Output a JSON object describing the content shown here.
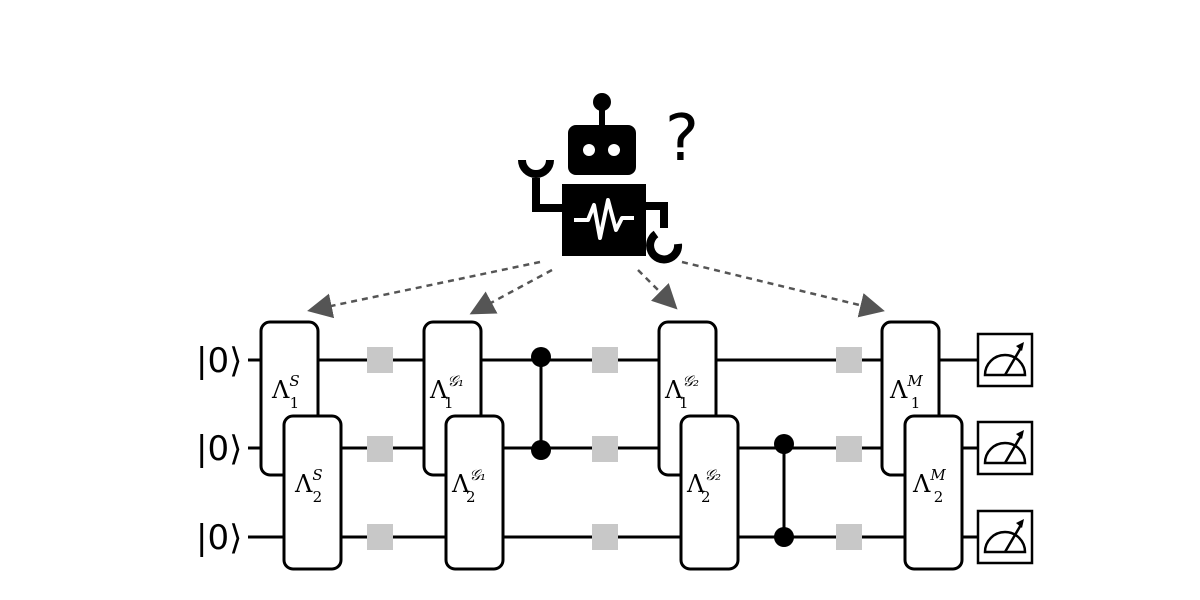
{
  "input_states": [
    "|0⟩",
    "|0⟩",
    "|0⟩"
  ],
  "robot": {
    "question_mark": "?"
  },
  "gates": [
    {
      "id": "s1",
      "symbol": "Λ",
      "sup": "S",
      "sub": "1"
    },
    {
      "id": "s2",
      "symbol": "Λ",
      "sup": "S",
      "sub": "2"
    },
    {
      "id": "g1a",
      "symbol": "Λ",
      "sup": "𝒢₁",
      "sub": "1"
    },
    {
      "id": "g1b",
      "symbol": "Λ",
      "sup": "𝒢₁",
      "sub": "2"
    },
    {
      "id": "g2a",
      "symbol": "Λ",
      "sup": "𝒢₂",
      "sub": "1"
    },
    {
      "id": "g2b",
      "symbol": "Λ",
      "sup": "𝒢₂",
      "sub": "2"
    },
    {
      "id": "m1",
      "symbol": "Λ",
      "sup": "M",
      "sub": "1"
    },
    {
      "id": "m2",
      "symbol": "Λ",
      "sup": "M",
      "sub": "2"
    }
  ],
  "colors": {
    "wire": "#000000",
    "noise_block": "#c8c8c8",
    "arrow": "#555555"
  }
}
